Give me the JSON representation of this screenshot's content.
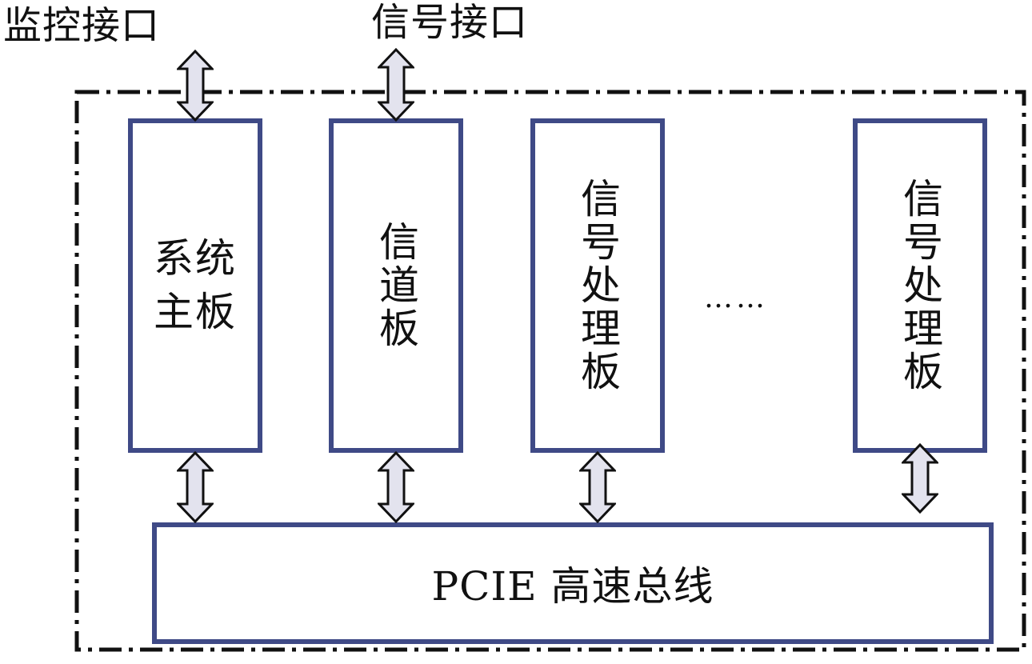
{
  "labels": {
    "monitor_interface": "监控接口",
    "signal_interface": "信号接口"
  },
  "boards": {
    "system_mainboard": [
      "系统",
      "主板"
    ],
    "channel_board": "信道板",
    "signal_processing_board_1": "信号处理板",
    "signal_processing_board_n": "信号处理板"
  },
  "ellipsis": "……",
  "bus": {
    "label": "PCIE 高速总线"
  },
  "colors": {
    "board_border": "#3f4a86",
    "arrow_fill": "#e3e3ee",
    "arrow_stroke": "#111111",
    "chassis_stroke": "#111111"
  }
}
